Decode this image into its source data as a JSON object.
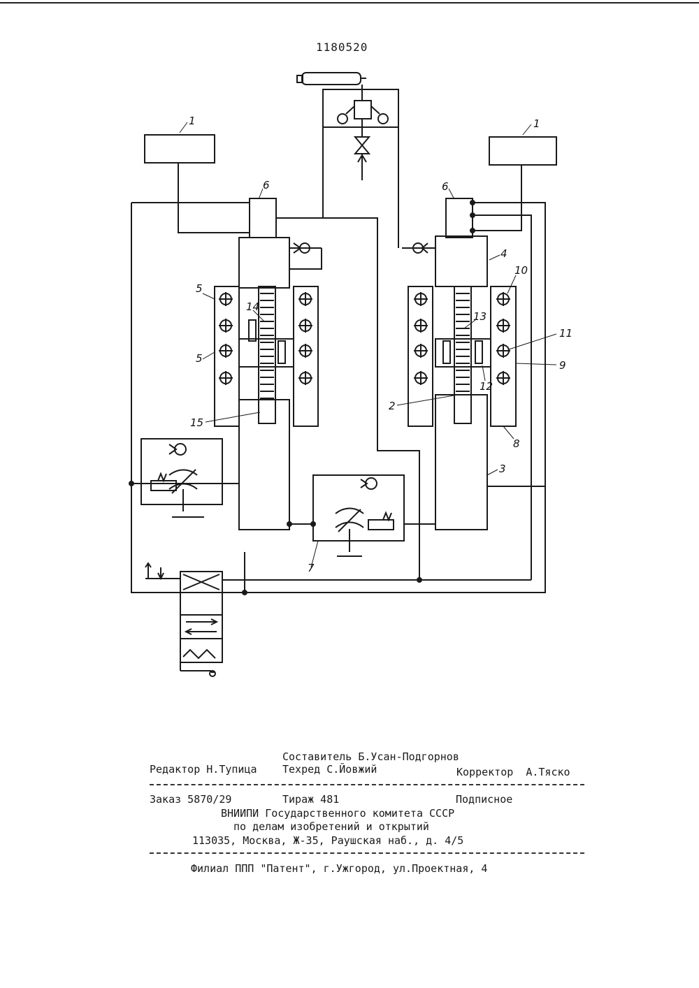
{
  "patent_number": "1180520",
  "figure_labels": {
    "l1a": "1",
    "l1b": "1",
    "l6a": "6",
    "l6b": "6",
    "l4": "4",
    "l10": "10",
    "l5a": "5",
    "l5b": "5",
    "l14": "14",
    "l13": "13",
    "l11": "11",
    "l9": "9",
    "l12": "12",
    "l2": "2",
    "l15": "15",
    "l8": "8",
    "l3": "3",
    "l7": "7"
  },
  "imprint": {
    "compiler": "Составитель Б.Усан-Подгорнов",
    "editor": "Редактор Н.Тупица",
    "techred": "Техред С.Йовжий",
    "corrector": "Корректор  А.Тяско",
    "order": "Заказ 5870/29",
    "circulation": "Тираж 481",
    "subscription": "Подписное",
    "institute_line1": "ВНИИПИ Государственного комитета СССР",
    "institute_line2": "по делам изобретений и открытий",
    "institute_address": "113035, Москва, Ж-35, Раушская наб., д. 4/5",
    "branch": "Филиал ППП \"Патент\", г.Ужгород, ул.Проектная, 4"
  }
}
